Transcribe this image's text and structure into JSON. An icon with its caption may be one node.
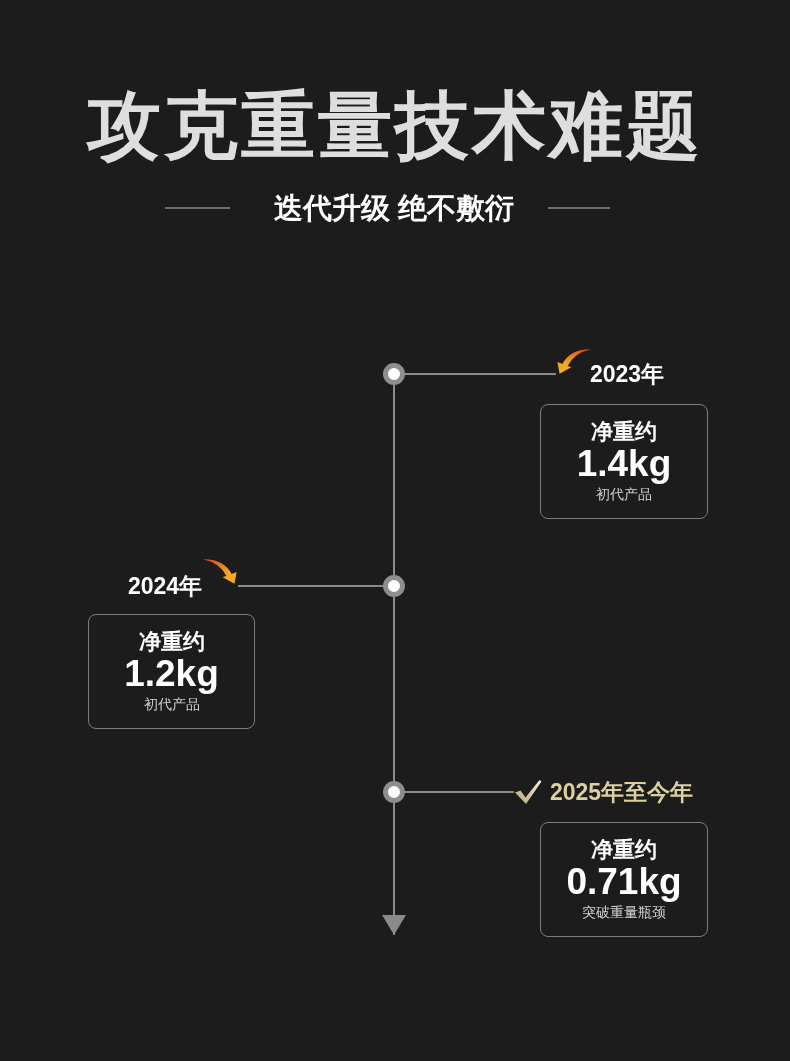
{
  "diagram": {
    "title": "攻克重量技术难题",
    "nodes": [
      {
        "text": [],
        "shape": "circle"
      },
      {
        "text": [
          "2023年"
        ]
      },
      {
        "text": [
          "净重约",
          "1.4kg",
          "初代产品"
        ]
      },
      {
        "text": [
          "2024年"
        ]
      },
      {
        "text": [],
        "shape": "circle"
      },
      {
        "text": [
          "净重约",
          "1.2kg",
          "初代产品"
        ]
      },
      {
        "text": [],
        "shape": "circle"
      },
      {
        "text": [
          "2025年至今年"
        ]
      },
      {
        "text": [
          "净重约",
          "0.71kg",
          "突破重量瓶颈"
        ]
      }
    ],
    "edges": [
      {
        "from": 0,
        "to": 1,
        "arrow": "none"
      },
      {
        "from": 4,
        "to": 3,
        "arrow": "none"
      },
      {
        "from": 6,
        "to": 7,
        "arrow": "none"
      },
      {
        "from": 0,
        "to": 4,
        "arrow": "none"
      },
      {
        "from": 4,
        "to": 6,
        "arrow": "none"
      },
      {
        "from": 6,
        "to": null,
        "arrow": "to"
      }
    ],
    "labels": [
      "迭代升级 绝不敷衍"
    ]
  }
}
